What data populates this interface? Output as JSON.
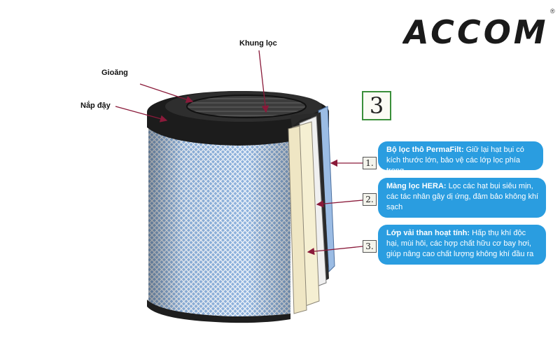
{
  "brand": {
    "name": "ACCOM",
    "registered": "®"
  },
  "step_number": "3",
  "parts": [
    {
      "id": "frame",
      "label": "Khung lọc"
    },
    {
      "id": "gasket",
      "label": "Gioăng"
    },
    {
      "id": "cap",
      "label": "Nắp đậy"
    }
  ],
  "layers": [
    {
      "num": "1.",
      "title": "Bộ lọc thô PermaFilt:",
      "text": " Giữ lại hạt bụi có kích thước lớn, bảo vệ các lớp lọc phía trong"
    },
    {
      "num": "2.",
      "title": "Màng lọc HERA:",
      "text": " Lọc các hạt bụi siêu mịn, các tác nhân gây dị ứng, đảm bảo không khí sạch"
    },
    {
      "num": "3.",
      "title": "Lớp vải than hoạt tính:",
      "text": "  Hấp thụ khí độc hại, mùi hôi, các hợp chất hữu cơ bay hơi, giúp nâng cao chất lượng không khí đầu ra"
    }
  ],
  "colors": {
    "bubble": "#2a9de0",
    "arrow": "#8a1a3a",
    "mesh": "#7fa7d6",
    "step_border": "#3a8f3a"
  }
}
